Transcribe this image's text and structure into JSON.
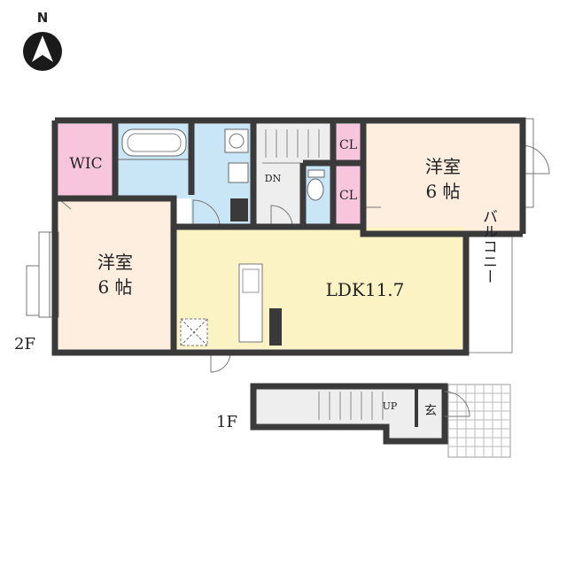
{
  "compass": {
    "letter": "N"
  },
  "floors": {
    "second": "2F",
    "first": "1F"
  },
  "rooms": {
    "wic": "WIC",
    "west_room_line1": "洋室",
    "west_room_line2": "6 帖",
    "east_room_line1": "洋室",
    "east_room_line2": "6 帖",
    "ldk": "LDK11.7",
    "closet_top": "CL",
    "closet_bottom": "CL",
    "stairs_down": "DN",
    "stairs_up": "UP",
    "entrance": "玄",
    "balcony": "バルコニー"
  },
  "colors": {
    "wic": "#f7c6dc",
    "closet": "#f7c6dc",
    "bedroom": "#fdeee0",
    "ldk": "#fcf3c4",
    "wet_area": "#c9e6f7",
    "stair": "#eeeeee",
    "wall": "#3a3a3a"
  }
}
